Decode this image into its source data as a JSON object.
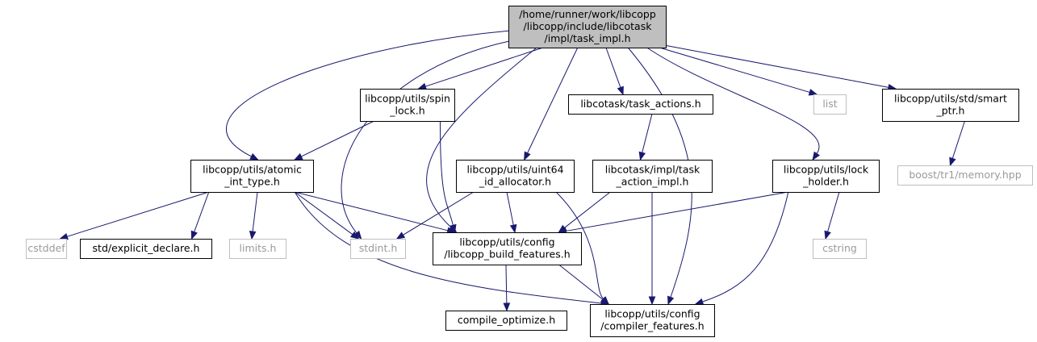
{
  "nodes": [
    {
      "id": "task_impl",
      "kind": "root",
      "lines": [
        "/home/runner/work/libcopp",
        "/libcopp/include/libcotask",
        "/impl/task_impl.h"
      ]
    },
    {
      "id": "spin_lock",
      "kind": "normal",
      "lines": [
        "libcopp/utils/spin",
        "_lock.h"
      ]
    },
    {
      "id": "task_actions",
      "kind": "normal",
      "lines": [
        "libcotask/task_actions.h"
      ]
    },
    {
      "id": "list",
      "kind": "external",
      "lines": [
        "list"
      ]
    },
    {
      "id": "smart_ptr",
      "kind": "normal",
      "lines": [
        "libcopp/utils/std/smart",
        "_ptr.h"
      ]
    },
    {
      "id": "atomic_int_type",
      "kind": "normal",
      "lines": [
        "libcopp/utils/atomic",
        "_int_type.h"
      ]
    },
    {
      "id": "uint64_id_allocator",
      "kind": "normal",
      "lines": [
        "libcopp/utils/uint64",
        "_id_allocator.h"
      ]
    },
    {
      "id": "task_action_impl",
      "kind": "normal",
      "lines": [
        "libcotask/impl/task",
        "_action_impl.h"
      ]
    },
    {
      "id": "lock_holder",
      "kind": "normal",
      "lines": [
        "libcopp/utils/lock",
        "_holder.h"
      ]
    },
    {
      "id": "boost_memory",
      "kind": "external",
      "lines": [
        "boost/tr1/memory.hpp"
      ]
    },
    {
      "id": "cstddef",
      "kind": "external",
      "lines": [
        "cstddef"
      ]
    },
    {
      "id": "explicit_declare",
      "kind": "normal",
      "lines": [
        "std/explicit_declare.h"
      ]
    },
    {
      "id": "limits",
      "kind": "external",
      "lines": [
        "limits.h"
      ]
    },
    {
      "id": "stdint",
      "kind": "external",
      "lines": [
        "stdint.h"
      ]
    },
    {
      "id": "libcopp_build_features",
      "kind": "normal",
      "lines": [
        "libcopp/utils/config",
        "/libcopp_build_features.h"
      ]
    },
    {
      "id": "cstring",
      "kind": "external",
      "lines": [
        "cstring"
      ]
    },
    {
      "id": "compile_optimize",
      "kind": "normal",
      "lines": [
        "compile_optimize.h"
      ]
    },
    {
      "id": "compiler_features",
      "kind": "normal",
      "lines": [
        "libcopp/utils/config",
        "/compiler_features.h"
      ]
    }
  ],
  "edges": [
    {
      "from": "task_impl",
      "to": "spin_lock"
    },
    {
      "from": "task_impl",
      "to": "task_actions"
    },
    {
      "from": "task_impl",
      "to": "list"
    },
    {
      "from": "task_impl",
      "to": "smart_ptr"
    },
    {
      "from": "task_impl",
      "to": "atomic_int_type"
    },
    {
      "from": "task_impl",
      "to": "uint64_id_allocator"
    },
    {
      "from": "task_impl",
      "to": "lock_holder"
    },
    {
      "from": "task_impl",
      "to": "stdint"
    },
    {
      "from": "task_impl",
      "to": "libcopp_build_features"
    },
    {
      "from": "task_impl",
      "to": "compiler_features"
    },
    {
      "from": "spin_lock",
      "to": "atomic_int_type"
    },
    {
      "from": "spin_lock",
      "to": "libcopp_build_features"
    },
    {
      "from": "task_actions",
      "to": "task_action_impl"
    },
    {
      "from": "smart_ptr",
      "to": "boost_memory"
    },
    {
      "from": "atomic_int_type",
      "to": "cstddef"
    },
    {
      "from": "atomic_int_type",
      "to": "explicit_declare"
    },
    {
      "from": "atomic_int_type",
      "to": "limits"
    },
    {
      "from": "atomic_int_type",
      "to": "stdint"
    },
    {
      "from": "atomic_int_type",
      "to": "libcopp_build_features"
    },
    {
      "from": "atomic_int_type",
      "to": "compiler_features"
    },
    {
      "from": "uint64_id_allocator",
      "to": "stdint"
    },
    {
      "from": "uint64_id_allocator",
      "to": "libcopp_build_features"
    },
    {
      "from": "uint64_id_allocator",
      "to": "compiler_features"
    },
    {
      "from": "task_action_impl",
      "to": "libcopp_build_features"
    },
    {
      "from": "task_action_impl",
      "to": "compiler_features"
    },
    {
      "from": "lock_holder",
      "to": "libcopp_build_features"
    },
    {
      "from": "lock_holder",
      "to": "cstring"
    },
    {
      "from": "lock_holder",
      "to": "compiler_features"
    },
    {
      "from": "libcopp_build_features",
      "to": "compile_optimize"
    },
    {
      "from": "libcopp_build_features",
      "to": "compiler_features"
    }
  ],
  "colors": {
    "edge": "#191970",
    "root_fill": "#bfbfbf",
    "external_border": "#bfbfbf",
    "external_text": "#9a9a9a"
  }
}
